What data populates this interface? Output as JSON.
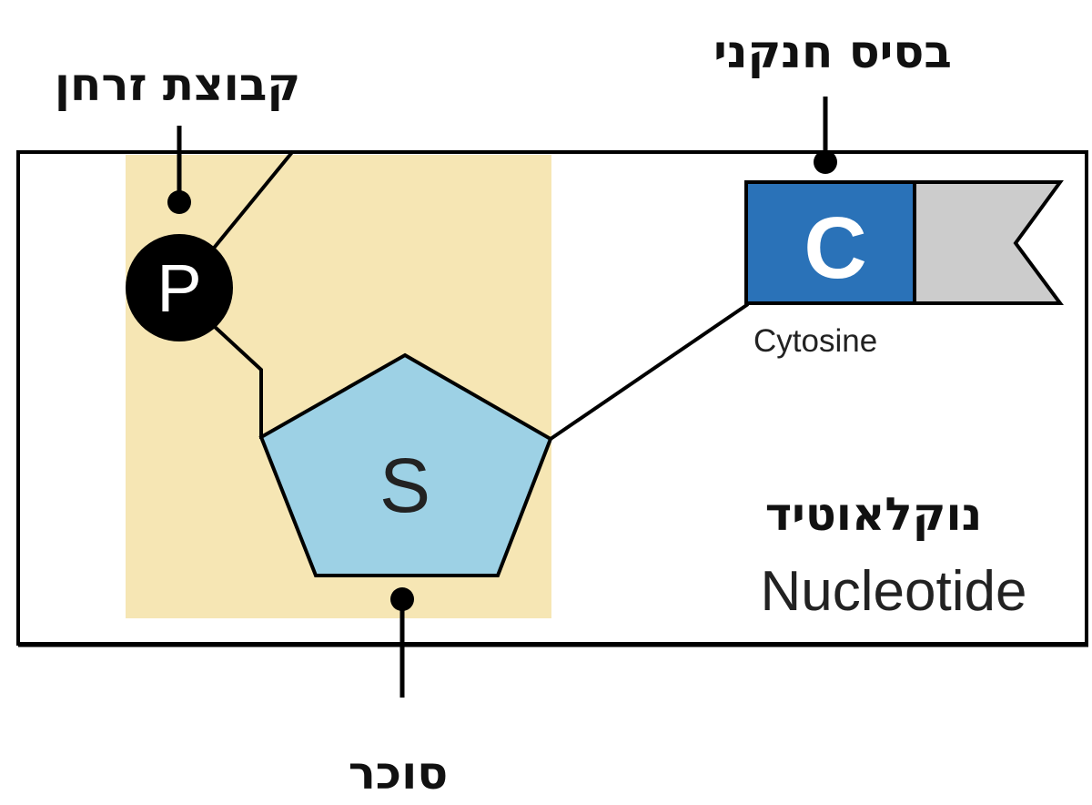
{
  "labels": {
    "phosphate_group": "קבוצת זרחן",
    "nitrogenous_base": "בסיס חנקני",
    "nucleotide_hebrew": "נוקלאוטיד",
    "nucleotide_english": "Nucleotide",
    "sugar": "סוכר",
    "cytosine": "Cytosine"
  },
  "symbols": {
    "phosphate": "P",
    "sugar": "S",
    "base": "C"
  },
  "colors": {
    "backbone_highlight": "#f6e6b4",
    "sugar_fill": "#9dd1e5",
    "base_fill": "#2a72b8",
    "base_tail": "#cccccc",
    "phosphate_fill": "#000000"
  }
}
